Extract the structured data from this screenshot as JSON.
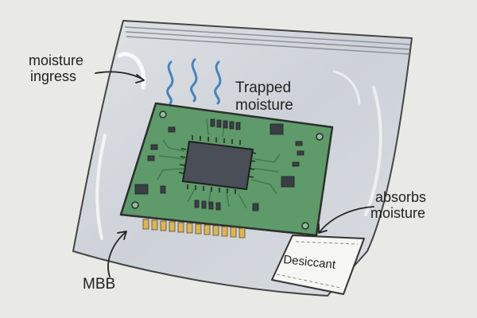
{
  "labels": {
    "moisture_ingress_line1": "moisture",
    "moisture_ingress_line2": "ingress",
    "trapped_line1": "Trapped",
    "trapped_line2": "moisture",
    "absorbs_line1": "absorbs",
    "absorbs_line2": "moisture",
    "desiccant": "Desiccant",
    "mbb": "MBB"
  },
  "colors": {
    "background": "#e9e9e6",
    "bag": "#d6dadf",
    "pcb": "#5e9a6a",
    "chip": "#4a4f57",
    "gold_finger": "#d9b65a",
    "vapor": "#4a82b8",
    "outline": "#333333"
  }
}
